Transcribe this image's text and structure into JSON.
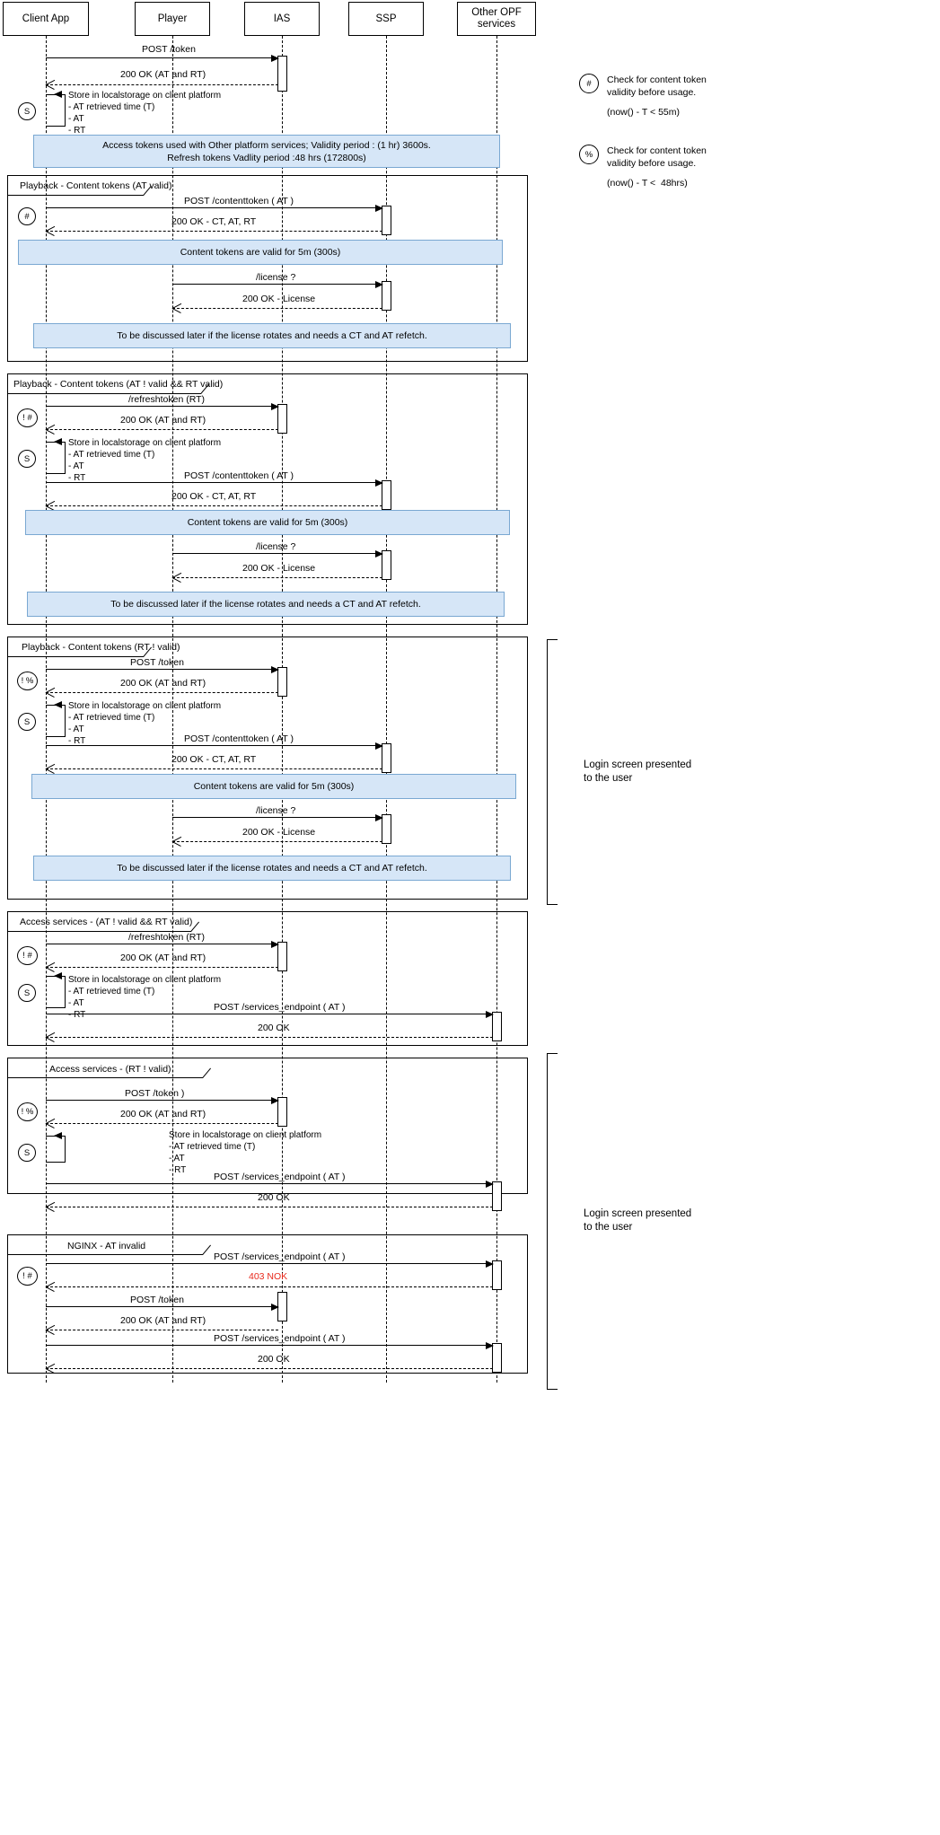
{
  "diagram": {
    "title": "Token lifecycle sequence diagram",
    "type": "uml-sequence",
    "note_fill": "#d6e6f7",
    "note_border": "#7aa8d2",
    "error_color": "#e8291c"
  },
  "participants": [
    {
      "id": "client",
      "label": "Client App"
    },
    {
      "id": "player",
      "label": "Player"
    },
    {
      "id": "ias",
      "label": "IAS"
    },
    {
      "id": "ssp",
      "label": "SSP"
    },
    {
      "id": "opf",
      "label": "Other OPF\nservices"
    }
  ],
  "legend": [
    {
      "symbol": "#",
      "text": "Check for content token\nvalidity before usage.",
      "condition": "(now() - T < 55m)"
    },
    {
      "symbol": "%",
      "text": "Check for content token\nvalidity before usage.",
      "condition": "(now() - T <  48hrs)"
    }
  ],
  "markers": {
    "store": "S",
    "hash": "#",
    "not_hash": "! #",
    "not_percent": "! %"
  },
  "store_block": {
    "line1": "Store in localstorage on client platform",
    "line2": "- AT retrieved time (T)",
    "line3": "- AT",
    "line4": "- RT"
  },
  "notes": {
    "access_tokens": "Access tokens used with Other platform services; Validity period : (1 hr) 3600s.\nRefresh tokens Vadlity period :48 hrs (172800s)",
    "content_tokens_valid": "Content tokens are valid for 5m (300s)",
    "license_rotate": "To be discussed later if the license rotates and needs a CT and AT refetch."
  },
  "messages": {
    "post_token": "POST /token",
    "post_token_paren": "POST /token )",
    "ok_at_rt": "200 OK (AT and RT)",
    "post_contenttoken": "POST /contenttoken ( AT )",
    "ok_ct_at_rt": "200 OK - CT, AT, RT",
    "license_q": "/license ?",
    "ok_license": "200 OK - License",
    "refreshtoken": "/refreshtoken (RT)",
    "post_services": "POST /services_endpoint ( AT )",
    "ok_200": "200 OK",
    "nok_403": "403 NOK"
  },
  "fragments": [
    {
      "id": "playback-at-valid",
      "label": "Playback - Content tokens (AT valid)"
    },
    {
      "id": "playback-at-invalid",
      "label": "Playback - Content tokens (AT ! valid && RT valid)"
    },
    {
      "id": "playback-rt-invalid",
      "label": "Playback - Content tokens (RT ! valid)"
    },
    {
      "id": "access-at-invalid",
      "label": "Access services - (AT ! valid && RT valid)"
    },
    {
      "id": "access-rt-invalid",
      "label": "Access services - (RT ! valid)"
    },
    {
      "id": "nginx-at-invalid",
      "label": "NGINX - AT invalid"
    }
  ],
  "annotations": [
    {
      "id": "login-1",
      "text": "Login screen presented\nto the user"
    },
    {
      "id": "login-2",
      "text": "Login screen presented\nto the user"
    }
  ]
}
